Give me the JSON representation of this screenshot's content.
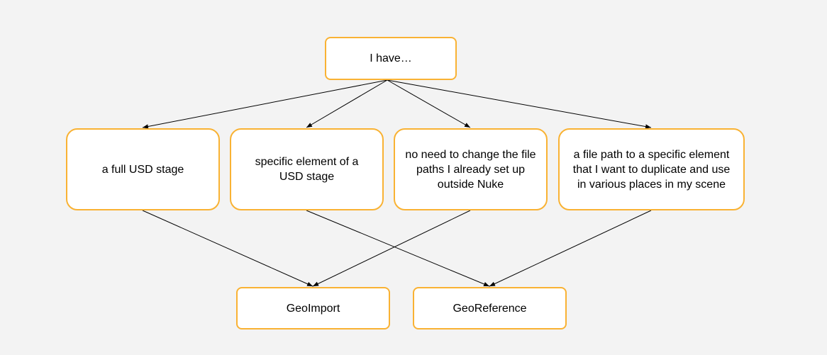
{
  "diagram": {
    "root": {
      "label": "I have…"
    },
    "options": [
      {
        "id": "full",
        "label": "a full USD stage"
      },
      {
        "id": "spec",
        "label": "specific element of a USD stage"
      },
      {
        "id": "noneed",
        "label": "no need to change the file paths I already set up outside Nuke"
      },
      {
        "id": "path",
        "label": "a file path to a specific element that I want to duplicate and use in various places in my scene"
      }
    ],
    "results": [
      {
        "id": "import",
        "label": "GeoImport"
      },
      {
        "id": "ref",
        "label": "GeoReference"
      }
    ],
    "edges": [
      {
        "from": "root",
        "to": "full"
      },
      {
        "from": "root",
        "to": "spec"
      },
      {
        "from": "root",
        "to": "noneed"
      },
      {
        "from": "root",
        "to": "path"
      },
      {
        "from": "full",
        "to": "import"
      },
      {
        "from": "noneed",
        "to": "import"
      },
      {
        "from": "spec",
        "to": "ref"
      },
      {
        "from": "path",
        "to": "ref"
      }
    ],
    "colors": {
      "background": "#f3f3f3",
      "node_border": "#f9b233",
      "node_fill": "#ffffff",
      "edge": "#000000"
    }
  }
}
